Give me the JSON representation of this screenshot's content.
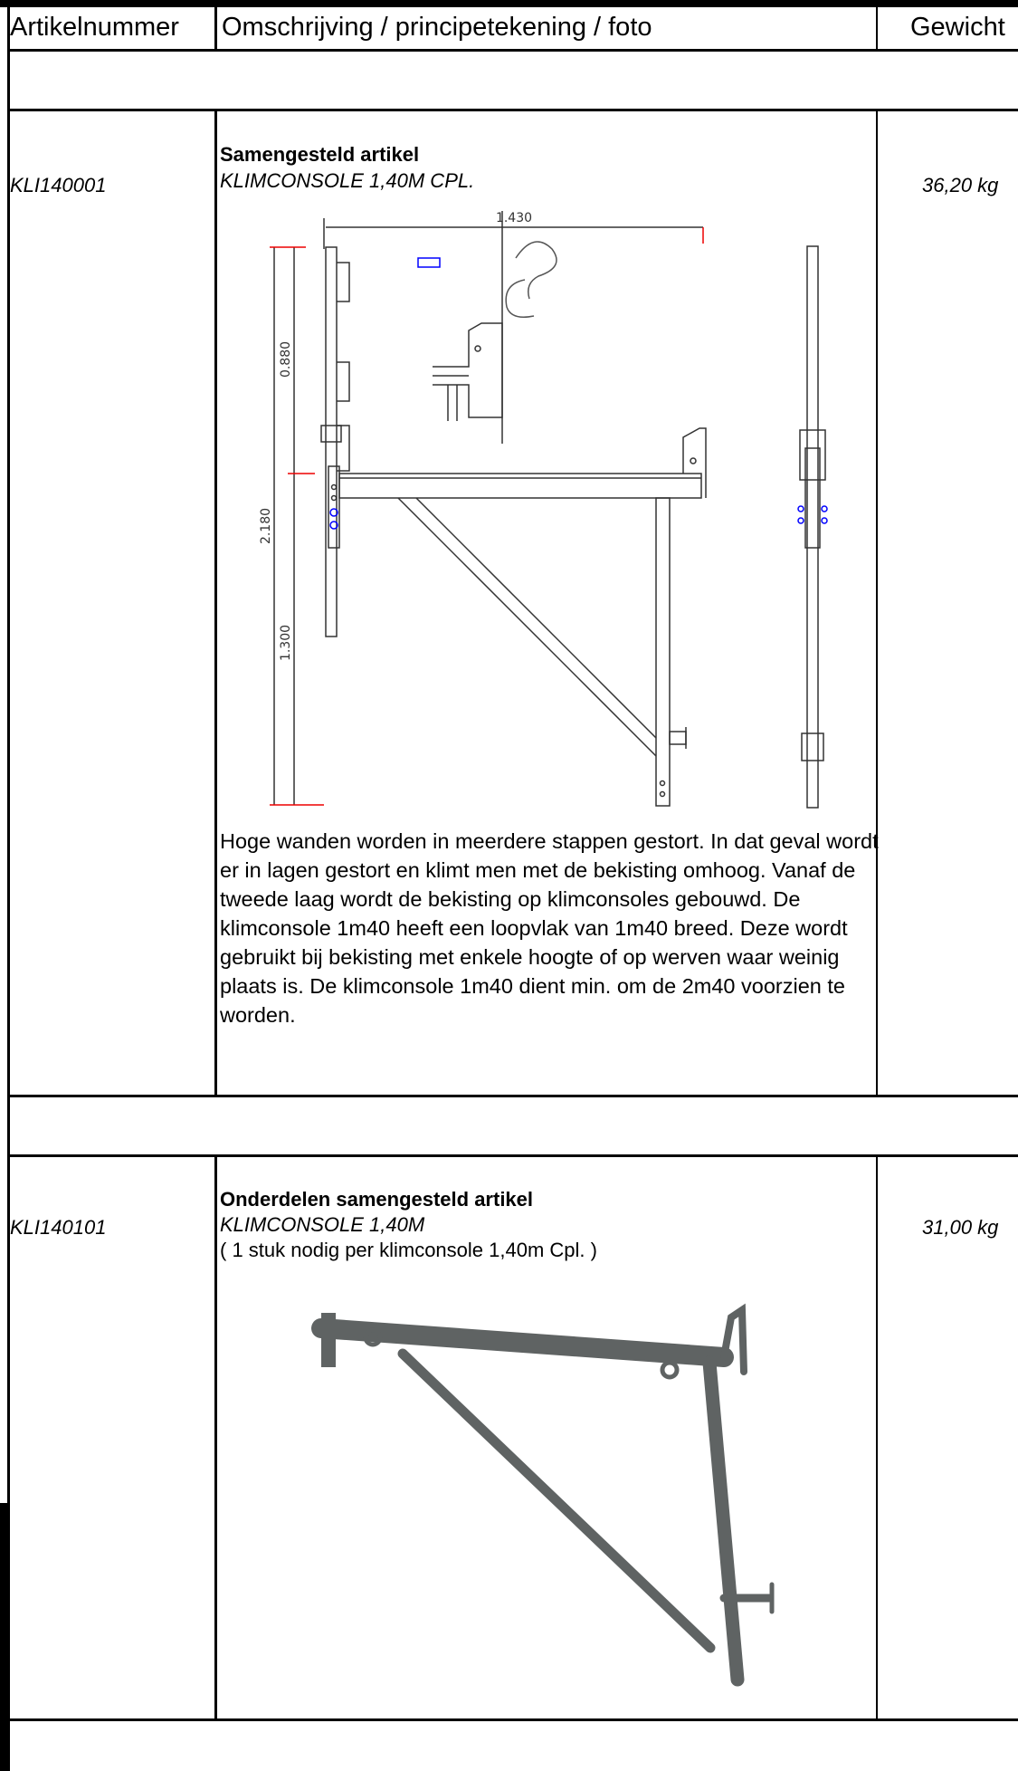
{
  "table": {
    "headers": {
      "article_number": "Artikelnummer",
      "description": "Omschrijving / principetekening / foto",
      "weight": "Gewicht"
    },
    "rows": [
      {
        "article_number": "KLI140001",
        "type": "Samengesteld artikel",
        "name": "KLIMCONSOLE 1,40M CPL.",
        "weight": "36,20 kg",
        "drawing_dimensions": {
          "width": "1.430",
          "upper": "0.880",
          "total": "2.180",
          "lower": "1.300"
        },
        "description": "Hoge wanden worden in meerdere stappen gestort. In dat geval wordt er in lagen gestort en klimt men met de bekisting omhoog. Vanaf de tweede laag wordt de bekisting op klimconsoles gebouwd. De klimconsole 1m40 heeft een loopvlak van 1m40 breed. Deze wordt gebruikt bij bekisting met enkele hoogte of op werven waar weinig plaats is. De klimconsole 1m40 dient min. om de 2m40 voorzien te worden."
      },
      {
        "article_number": "KLI140101",
        "type": "Onderdelen samengesteld artikel",
        "name": "KLIMCONSOLE 1,40M",
        "note": "( 1 stuk nodig per klimconsole 1,40m Cpl. )",
        "weight": "31,00 kg"
      }
    ]
  }
}
